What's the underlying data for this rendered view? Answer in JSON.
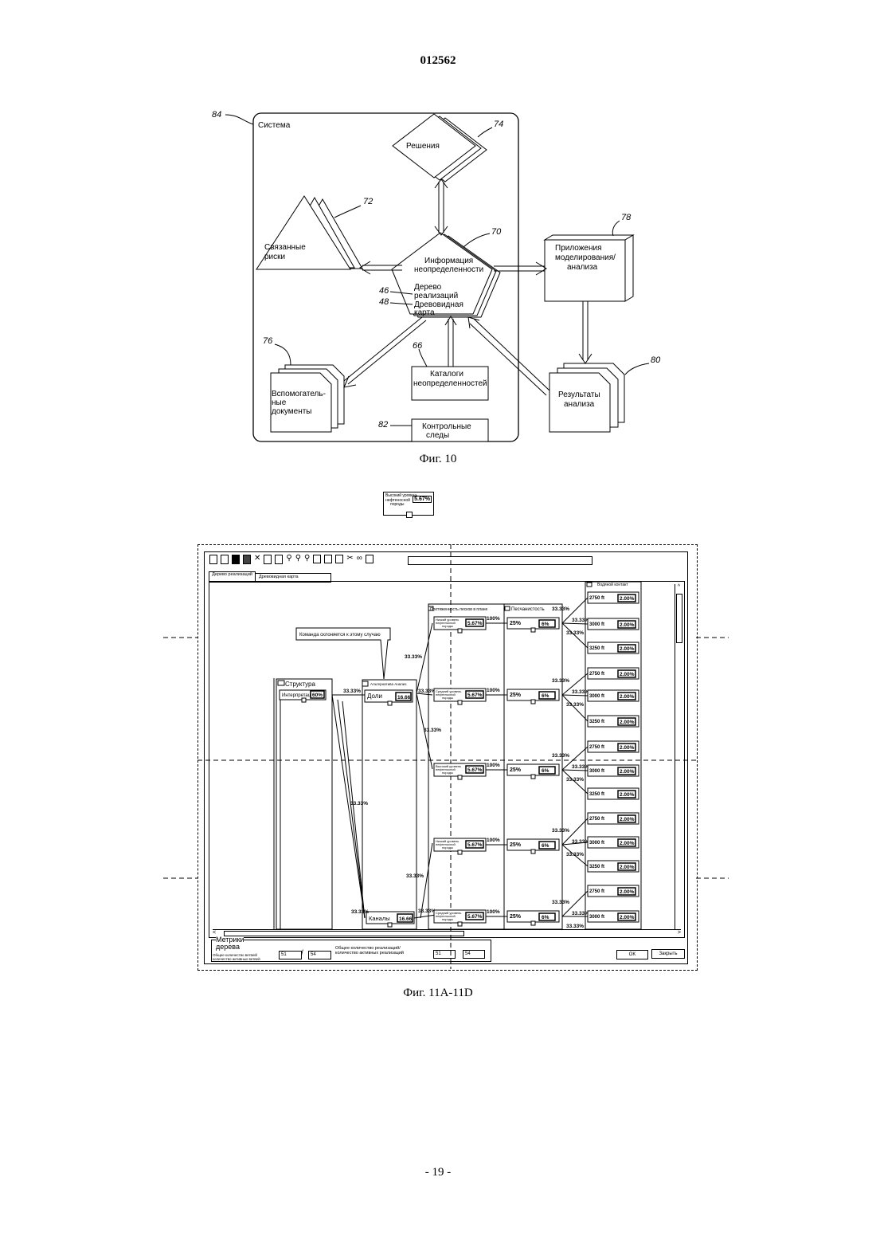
{
  "document_number": "012562",
  "page_number": "- 19 -",
  "fig10": {
    "caption": "Фиг. 10",
    "system_label": "Система",
    "refs": {
      "system": "84",
      "decisions": "74",
      "risks": "72",
      "uncertainty": "70",
      "modeling": "78",
      "tree": "46",
      "map": "48",
      "catalogs": "66",
      "docs": "76",
      "results": "80",
      "audit": "82"
    },
    "decisions": "Решения",
    "related_risks_1": "Связанные",
    "related_risks_2": "риски",
    "uncertainty_1": "Информация",
    "uncertainty_2": "неопределенности",
    "tree_1": "Дерево",
    "tree_2": "реализаций",
    "map_1": "Древовидная",
    "map_2": "карта",
    "modeling_1": "Приложения",
    "modeling_2": "моделирования/",
    "modeling_3": "анализа",
    "catalogs_1": "Каталоги",
    "catalogs_2": "неопределенностей",
    "docs_1": "Вспомогатель-",
    "docs_2": "ные",
    "docs_3": "документы",
    "results_1": "Результаты",
    "results_2": "анализа",
    "audit_1": "Контрольные",
    "audit_2": "следы"
  },
  "small_node": {
    "label_1": "Высокий уровень",
    "label_2": "нефтеносной",
    "label_3": "породы",
    "value": "5.67%"
  },
  "fig11": {
    "caption": "Фиг. 11А-11D",
    "tabs": [
      "Дерево реализаций",
      "Древовидная карта"
    ],
    "callout": "Команда склоняется к этому случаю",
    "structure_title": "Структура",
    "interpretation_label": "Интерпретация",
    "interpretation_value": "60%",
    "shares_header": "Альтернатива Анализ",
    "shares_label": "Доли",
    "shares_value": "16.66",
    "channels_label": "Каналы",
    "channels_value": "16.66",
    "sand_header": "Протяженность песков в плане",
    "porosity_header": "Песчанистость",
    "contact_header": "Водяной контакт",
    "pct_33": "33.33%",
    "pct_100": "100%",
    "porosity_values": [
      "25%",
      "25%",
      "25%",
      "25%",
      "25%"
    ],
    "porosity_pct": "6%",
    "level_nodes": [
      {
        "label": "Низкий уровень нефтеносной породы",
        "value": "5.67%"
      },
      {
        "label": "Средний уровень нефтеносной породы",
        "value": "5.67%"
      },
      {
        "label": "Высокий уровень нефтеносной породы",
        "value": "5.67%"
      },
      {
        "label": "Низкий уровень нефтеносной породы",
        "value": "5.67%"
      },
      {
        "label": "Средний уровень нефтеносной породы",
        "value": "5.67%"
      }
    ],
    "depth_values": [
      "2750 ft",
      "3000 ft",
      "3250 ft"
    ],
    "depth_pct": "2.00%",
    "metrics_title_1": "Метрики",
    "metrics_title_2": "дерева",
    "metrics_label": "Общее количество ветвей/ количество активных ветвей",
    "metrics_value_1": "51",
    "metrics_value_2": "54",
    "metrics_sep": "/",
    "realizations_label_1": "Общее количество реализаций/",
    "realizations_label_2": "количество активных реализаций",
    "realizations_value_1": "51",
    "realizations_value_2": "54",
    "ok_button": "OK",
    "close_button": "Закрыть"
  }
}
